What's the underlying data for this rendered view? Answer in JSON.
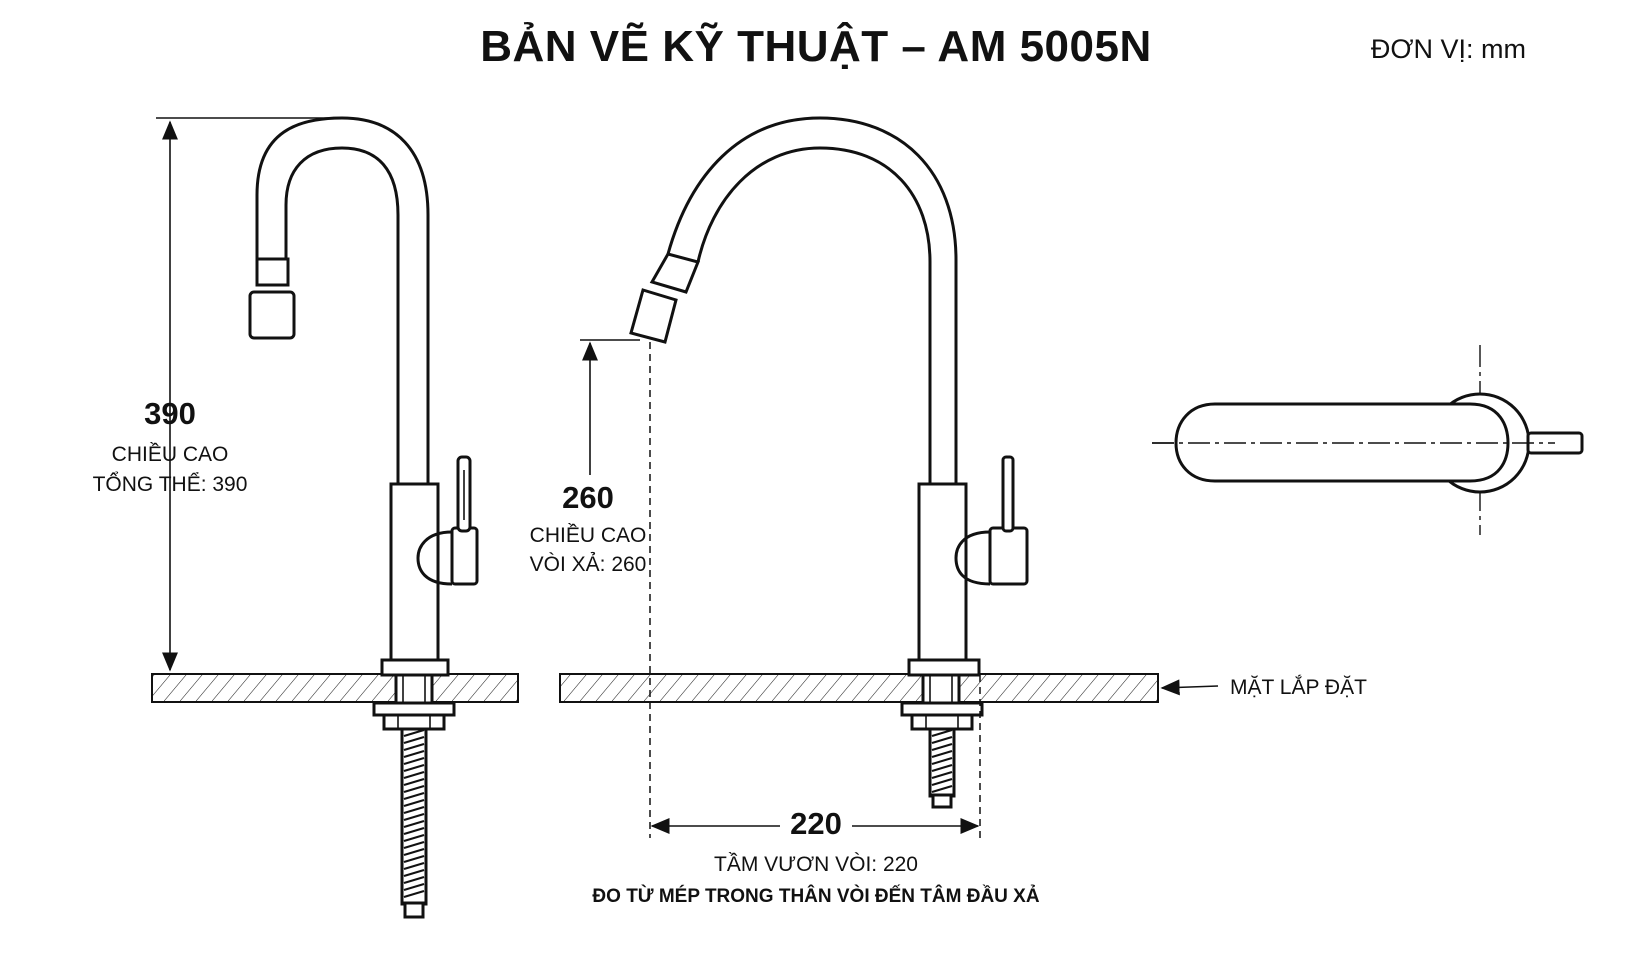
{
  "title": "BẢN VẼ KỸ THUẬT – AM 5005N",
  "unit_label": "ĐƠN VỊ: mm",
  "dimensions": {
    "overall_height": {
      "value": "390",
      "label_line1": "CHIỀU CAO",
      "label_line2": "TỔNG THỂ: 390"
    },
    "spout_height": {
      "value": "260",
      "label_line1": "CHIỀU CAO",
      "label_line2": "VÒI XẢ: 260"
    },
    "reach": {
      "value": "220",
      "label_line1": "TẦM VƯƠN VÒI: 220",
      "label_line2": "ĐO TỪ MÉP TRONG THÂN VÒI ĐẾN TÂM ĐẦU XẢ"
    }
  },
  "annotations": {
    "mounting_surface": "MẶT LẮP ĐẶT"
  }
}
